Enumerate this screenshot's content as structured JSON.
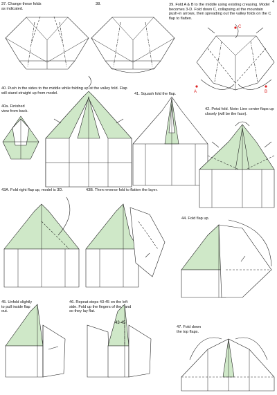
{
  "page_number": "4",
  "steps": {
    "s37": "37. Change these folds as indicated.",
    "s38": "38.",
    "s39": "39. Fold A & B to the middle using existing creasing. Model becomes 3-D. Fold down C, collapsing at the mountain push-in arrows, then spreading out the valley folds on the C flap to flatten.",
    "s40": "40. Push in the sides to the middle while folding up at the valley fold. Flap will stand straight up from model.",
    "s40a": "40a. Finished view from back.",
    "s41": "41. Squash fold the flap.",
    "s42": "42. Petal fold. Note: Line center flaps up closely (will be the face).",
    "s43a": "43A. Fold right flap up, model is 3D.",
    "s43b": "43B. Then reverse fold to flatten the layer.",
    "s44": "44. Fold flap up.",
    "s45": "45. Unfold slightly to pull inside flap out.",
    "s46": "46. Repeat steps 43-45 on the left side. Fold up the fingers of the hand so they lay flat.",
    "s47": "47. Fold down the top flaps."
  },
  "markers": {
    "a": "A",
    "b": "B",
    "c": "C",
    "ref": "43-45"
  },
  "colors": {
    "paper_color": "#cfe8c8",
    "marker_color": "#d22222"
  }
}
